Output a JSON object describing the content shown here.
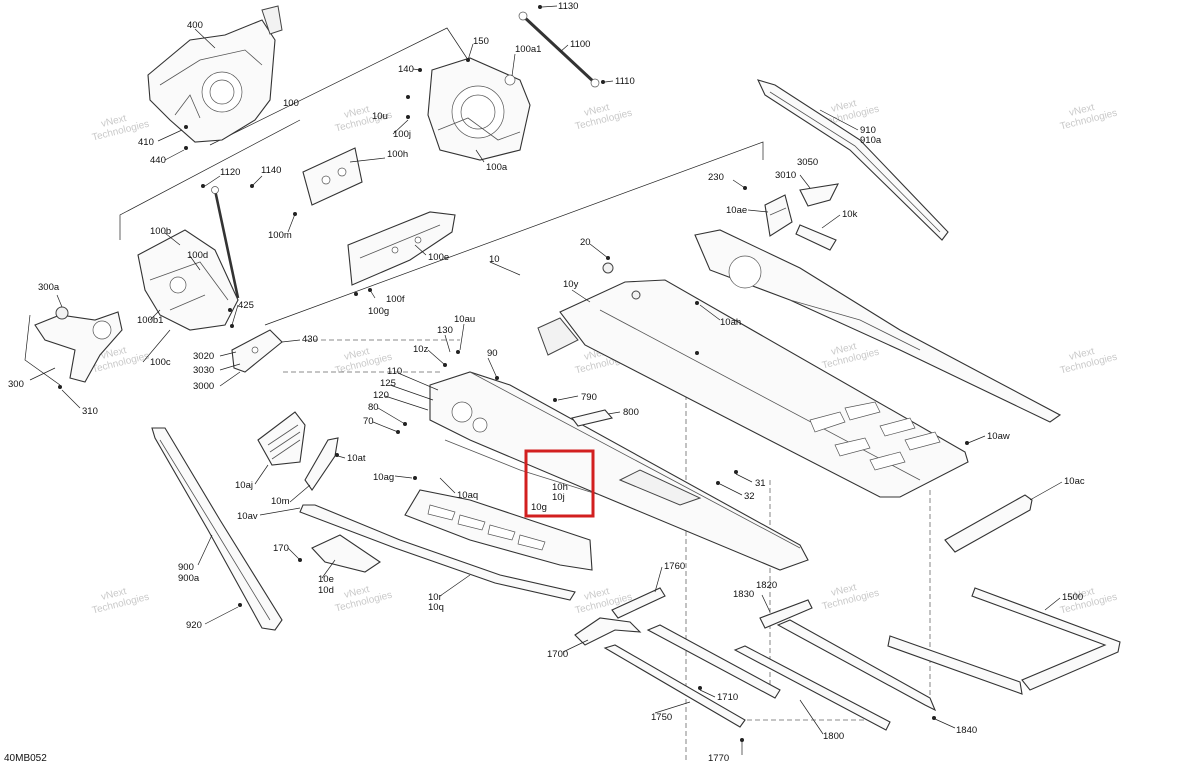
{
  "drawing_code": "40MB052",
  "watermark": {
    "line1": "vNext",
    "line2": "Technologies"
  },
  "highlight_color": "#d21f1f",
  "callouts": [
    {
      "label": "400"
    },
    {
      "label": "410"
    },
    {
      "label": "440"
    },
    {
      "label": "150"
    },
    {
      "label": "140"
    },
    {
      "label": "100a1"
    },
    {
      "label": "1130"
    },
    {
      "label": "1100"
    },
    {
      "label": "1110"
    },
    {
      "label": "100"
    },
    {
      "label": "10u"
    },
    {
      "label": "100j"
    },
    {
      "label": "100a"
    },
    {
      "label": "910"
    },
    {
      "label": "910a"
    },
    {
      "label": "3050"
    },
    {
      "label": "3010"
    },
    {
      "label": "230"
    },
    {
      "label": "10ae"
    },
    {
      "label": "10k"
    },
    {
      "label": "1120"
    },
    {
      "label": "1140"
    },
    {
      "label": "100h"
    },
    {
      "label": "100m"
    },
    {
      "label": "100b"
    },
    {
      "label": "100d"
    },
    {
      "label": "100e"
    },
    {
      "label": "10"
    },
    {
      "label": "100f"
    },
    {
      "label": "100g"
    },
    {
      "label": "20"
    },
    {
      "label": "10y"
    },
    {
      "label": "10ah"
    },
    {
      "label": "425"
    },
    {
      "label": "300a"
    },
    {
      "label": "100b1"
    },
    {
      "label": "100c"
    },
    {
      "label": "3020"
    },
    {
      "label": "3030"
    },
    {
      "label": "3000"
    },
    {
      "label": "430"
    },
    {
      "label": "300"
    },
    {
      "label": "310"
    },
    {
      "label": "130"
    },
    {
      "label": "10au"
    },
    {
      "label": "10z"
    },
    {
      "label": "90"
    },
    {
      "label": "110"
    },
    {
      "label": "125"
    },
    {
      "label": "120"
    },
    {
      "label": "80"
    },
    {
      "label": "70"
    },
    {
      "label": "790"
    },
    {
      "label": "800"
    },
    {
      "label": "10aw"
    },
    {
      "label": "10at"
    },
    {
      "label": "10aj"
    },
    {
      "label": "10ag"
    },
    {
      "label": "10aq"
    },
    {
      "label": "10m"
    },
    {
      "label": "10h"
    },
    {
      "label": "10j"
    },
    {
      "label": "10g"
    },
    {
      "label": "31"
    },
    {
      "label": "32"
    },
    {
      "label": "10ac"
    },
    {
      "label": "10av"
    },
    {
      "label": "170"
    },
    {
      "label": "10e"
    },
    {
      "label": "10d"
    },
    {
      "label": "10r"
    },
    {
      "label": "10q"
    },
    {
      "label": "900"
    },
    {
      "label": "900a"
    },
    {
      "label": "920"
    },
    {
      "label": "1760"
    },
    {
      "label": "1820"
    },
    {
      "label": "1830"
    },
    {
      "label": "1500"
    },
    {
      "label": "1700"
    },
    {
      "label": "1710"
    },
    {
      "label": "1750"
    },
    {
      "label": "1800"
    },
    {
      "label": "1840"
    },
    {
      "label": "1770"
    }
  ]
}
